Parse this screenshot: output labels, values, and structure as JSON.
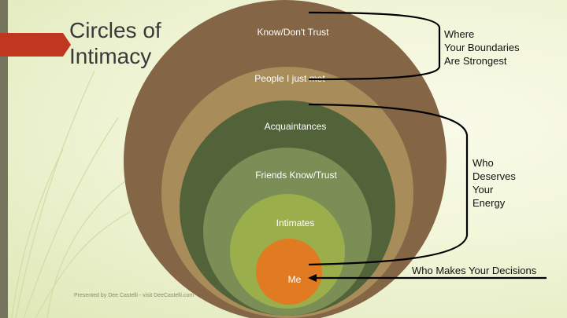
{
  "title": "Circles of\nIntimacy",
  "footer": "Presented by Dee Castelli - visit DeeCastelli.com",
  "circles": [
    {
      "label": "Know/Don't Trust",
      "color": "#846545"
    },
    {
      "label": "People I just met",
      "color": "#a88c5a"
    },
    {
      "label": "Acquaintances",
      "color": "#52633a"
    },
    {
      "label": "Friends Know/Trust",
      "color": "#7a8e56"
    },
    {
      "label": "Intimates",
      "color": "#9aaf4c"
    },
    {
      "label": "Me",
      "color": "#e07b22"
    }
  ],
  "annotations": {
    "boundaries": "Where\nYour Boundaries\nAre Strongest",
    "energy": "Who\nDeserves\nYour\nEnergy",
    "decisions": "Who Makes Your Decisions"
  }
}
